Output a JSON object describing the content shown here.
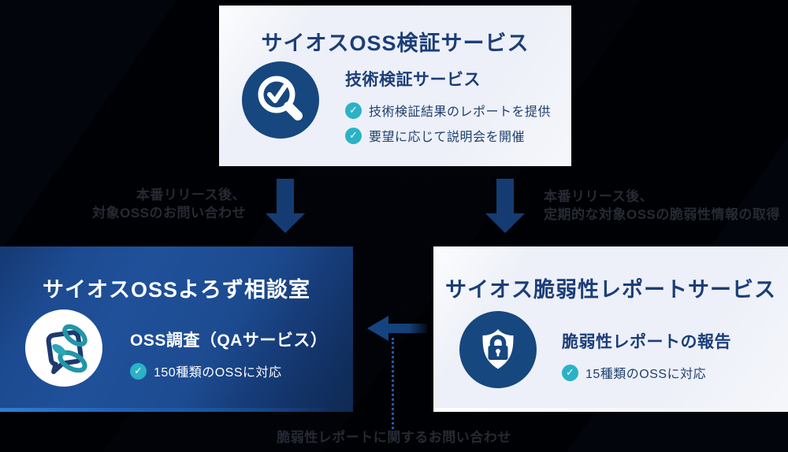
{
  "colors": {
    "background": "#000104",
    "card_light": "#edf0f8",
    "card_blue": "#1d4c92",
    "navy_text": "#1c3e78",
    "icon_circle": "#16477f",
    "teal_check": "#2ab2c6",
    "arrow_navy": "#153c72",
    "connector_label": "#262a33",
    "dotted_connector": "#2458a6"
  },
  "check_glyph": "✓",
  "top_card": {
    "title": "サイオスOSS検証サービス",
    "icon": "magnifier-check-icon",
    "heading": "技術検証サービス",
    "bullets": [
      "技術検証結果のレポートを提供",
      "要望に応じて説明会を開催"
    ]
  },
  "left_card": {
    "title": "サイオスOSSよろず相談室",
    "icon": "chat-bubble-links-icon",
    "heading": "OSS調査（QAサービス）",
    "bullets": [
      "150種類のOSSに対応"
    ]
  },
  "right_card": {
    "title": "サイオス脆弱性レポートサービス",
    "icon": "shield-lock-icon",
    "heading": "脆弱性レポートの報告",
    "bullets": [
      "15種類のOSSに対応"
    ]
  },
  "connectors": {
    "left_down_line1": "本番リリース後、",
    "left_down_line2": "対象OSSのお問い合わせ",
    "right_down_line1": "本番リリース後、",
    "right_down_line2": "定期的な対象OSSの脆弱性情報の取得",
    "bottom_label": "脆弱性レポートに関するお問い合わせ"
  }
}
